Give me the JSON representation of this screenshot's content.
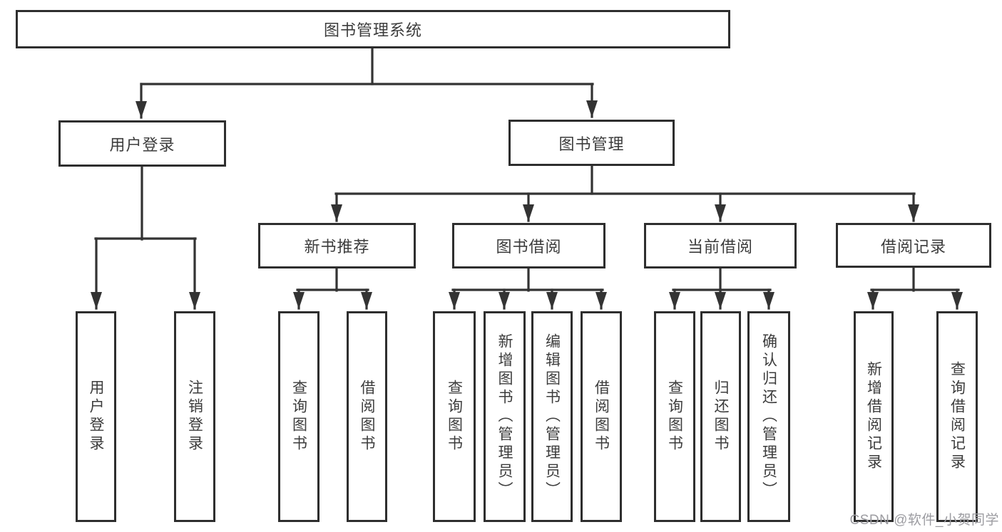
{
  "colors": {
    "line": "#333333",
    "box_border": "#2e2e2e",
    "text": "#3c3c3c",
    "background": "#ffffff",
    "watermark": "#9c9ca1"
  },
  "nodes": {
    "root": "图书管理系统",
    "level2": {
      "user_login": "用户登录",
      "book_management": "图书管理"
    },
    "level3": {
      "new_book_recommend": "新书推荐",
      "book_borrow": "图书借阅",
      "current_borrow": "当前借阅",
      "borrow_record": "借阅记录"
    },
    "leaves": {
      "user_login": "用户登录",
      "logout": "注销登录",
      "nbr_query_book": "查询图书",
      "nbr_borrow_book": "借阅图书",
      "bb_query_book": "查询图书",
      "bb_add_book": "新增图书（管理员）",
      "bb_edit_book": "编辑图书（管理员）",
      "bb_borrow_book": "借阅图书",
      "cb_query_book": "查询图书",
      "cb_return_book": "归还图书",
      "cb_confirm_return": "确认归还（管理员）",
      "br_add_record": "新增借阅记录",
      "br_query_record": "查询借阅记录"
    }
  },
  "watermark": "CSDN @软件_小贺同学"
}
